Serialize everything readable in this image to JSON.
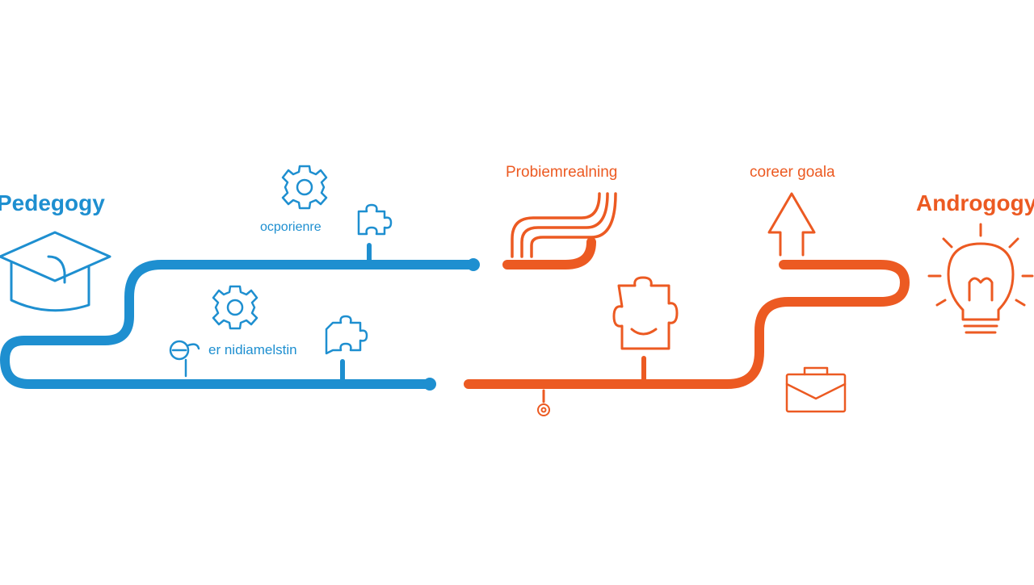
{
  "colors": {
    "blue": "#1e8fd0",
    "orange": "#ec5a22"
  },
  "labels": {
    "pedagogy": "Pedegogy",
    "andragogy": "Androgogy",
    "opportunities": "ocporienre",
    "nidiamelin": "er nidiamelstin",
    "problem": "Probiemrealning",
    "career": "coreer goala"
  },
  "icons": {
    "left": [
      "graduation-cap-icon",
      "gear-icon",
      "puzzle-icon",
      "person-icon"
    ],
    "right": [
      "bent-lines-icon",
      "puzzle-icon",
      "up-arrow-icon",
      "lightbulb-icon",
      "briefcase-icon",
      "gear-icon"
    ]
  }
}
